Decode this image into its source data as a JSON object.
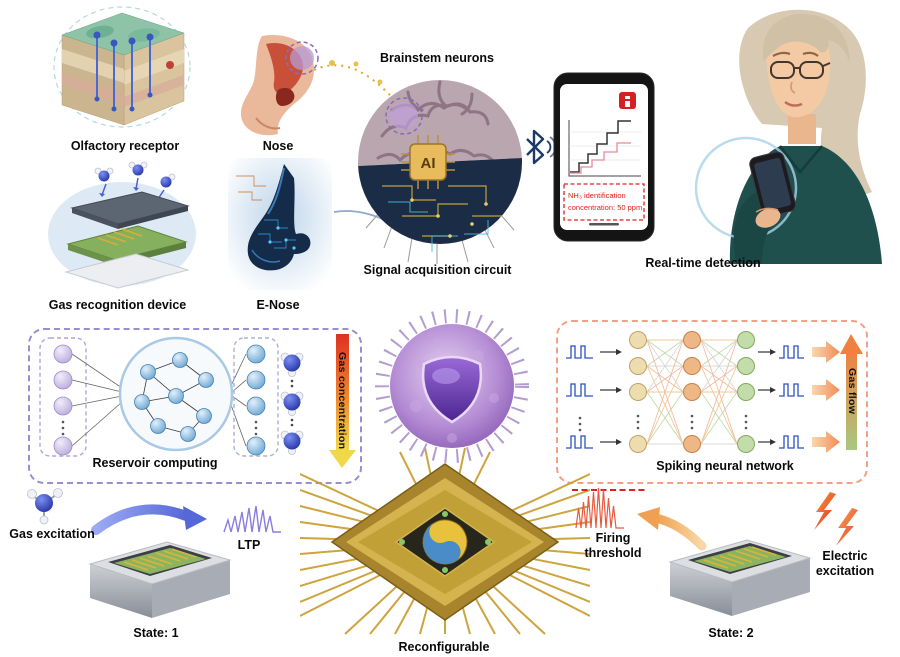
{
  "figure": {
    "top_row": {
      "olfactory_label": "Olfactory receptor",
      "nose_label": "Nose",
      "brainstem_label": "Brainstem neurons",
      "signal_circuit_label": "Signal acquisition circuit",
      "ai_chip_text": "AI",
      "realtime_label": "Real-time detection",
      "gas_device_label": "Gas recognition device",
      "enose_label": "E-Nose",
      "phone": {
        "alert_line1": "NH₃ identification",
        "alert_line2": "concentration: 50 ppm"
      }
    },
    "middle_row": {
      "reservoir_label": "Reservoir computing",
      "gas_concentration_label": "Gas concentration",
      "snn_label": "Spiking neural network",
      "gas_flow_label": "Gas flow"
    },
    "bottom_row": {
      "gas_excitation_label": "Gas excitation",
      "ltp_label": "LTP",
      "state1_label": "State: 1",
      "reconfigurable_label": "Reconfigurable",
      "state2_label": "State: 2",
      "firing_label_line1": "Firing",
      "firing_label_line2": "threshold",
      "electric_label_line1": "Electric",
      "electric_label_line2": "excitation"
    },
    "colors": {
      "reservoir_box_border": "#998fd0",
      "snn_box_border": "#f2a086",
      "alert_red": "#e02020",
      "chip_gold": "#c89a28",
      "node_blue": "#5f9fd0",
      "cell_purple": "#9468bc"
    }
  }
}
